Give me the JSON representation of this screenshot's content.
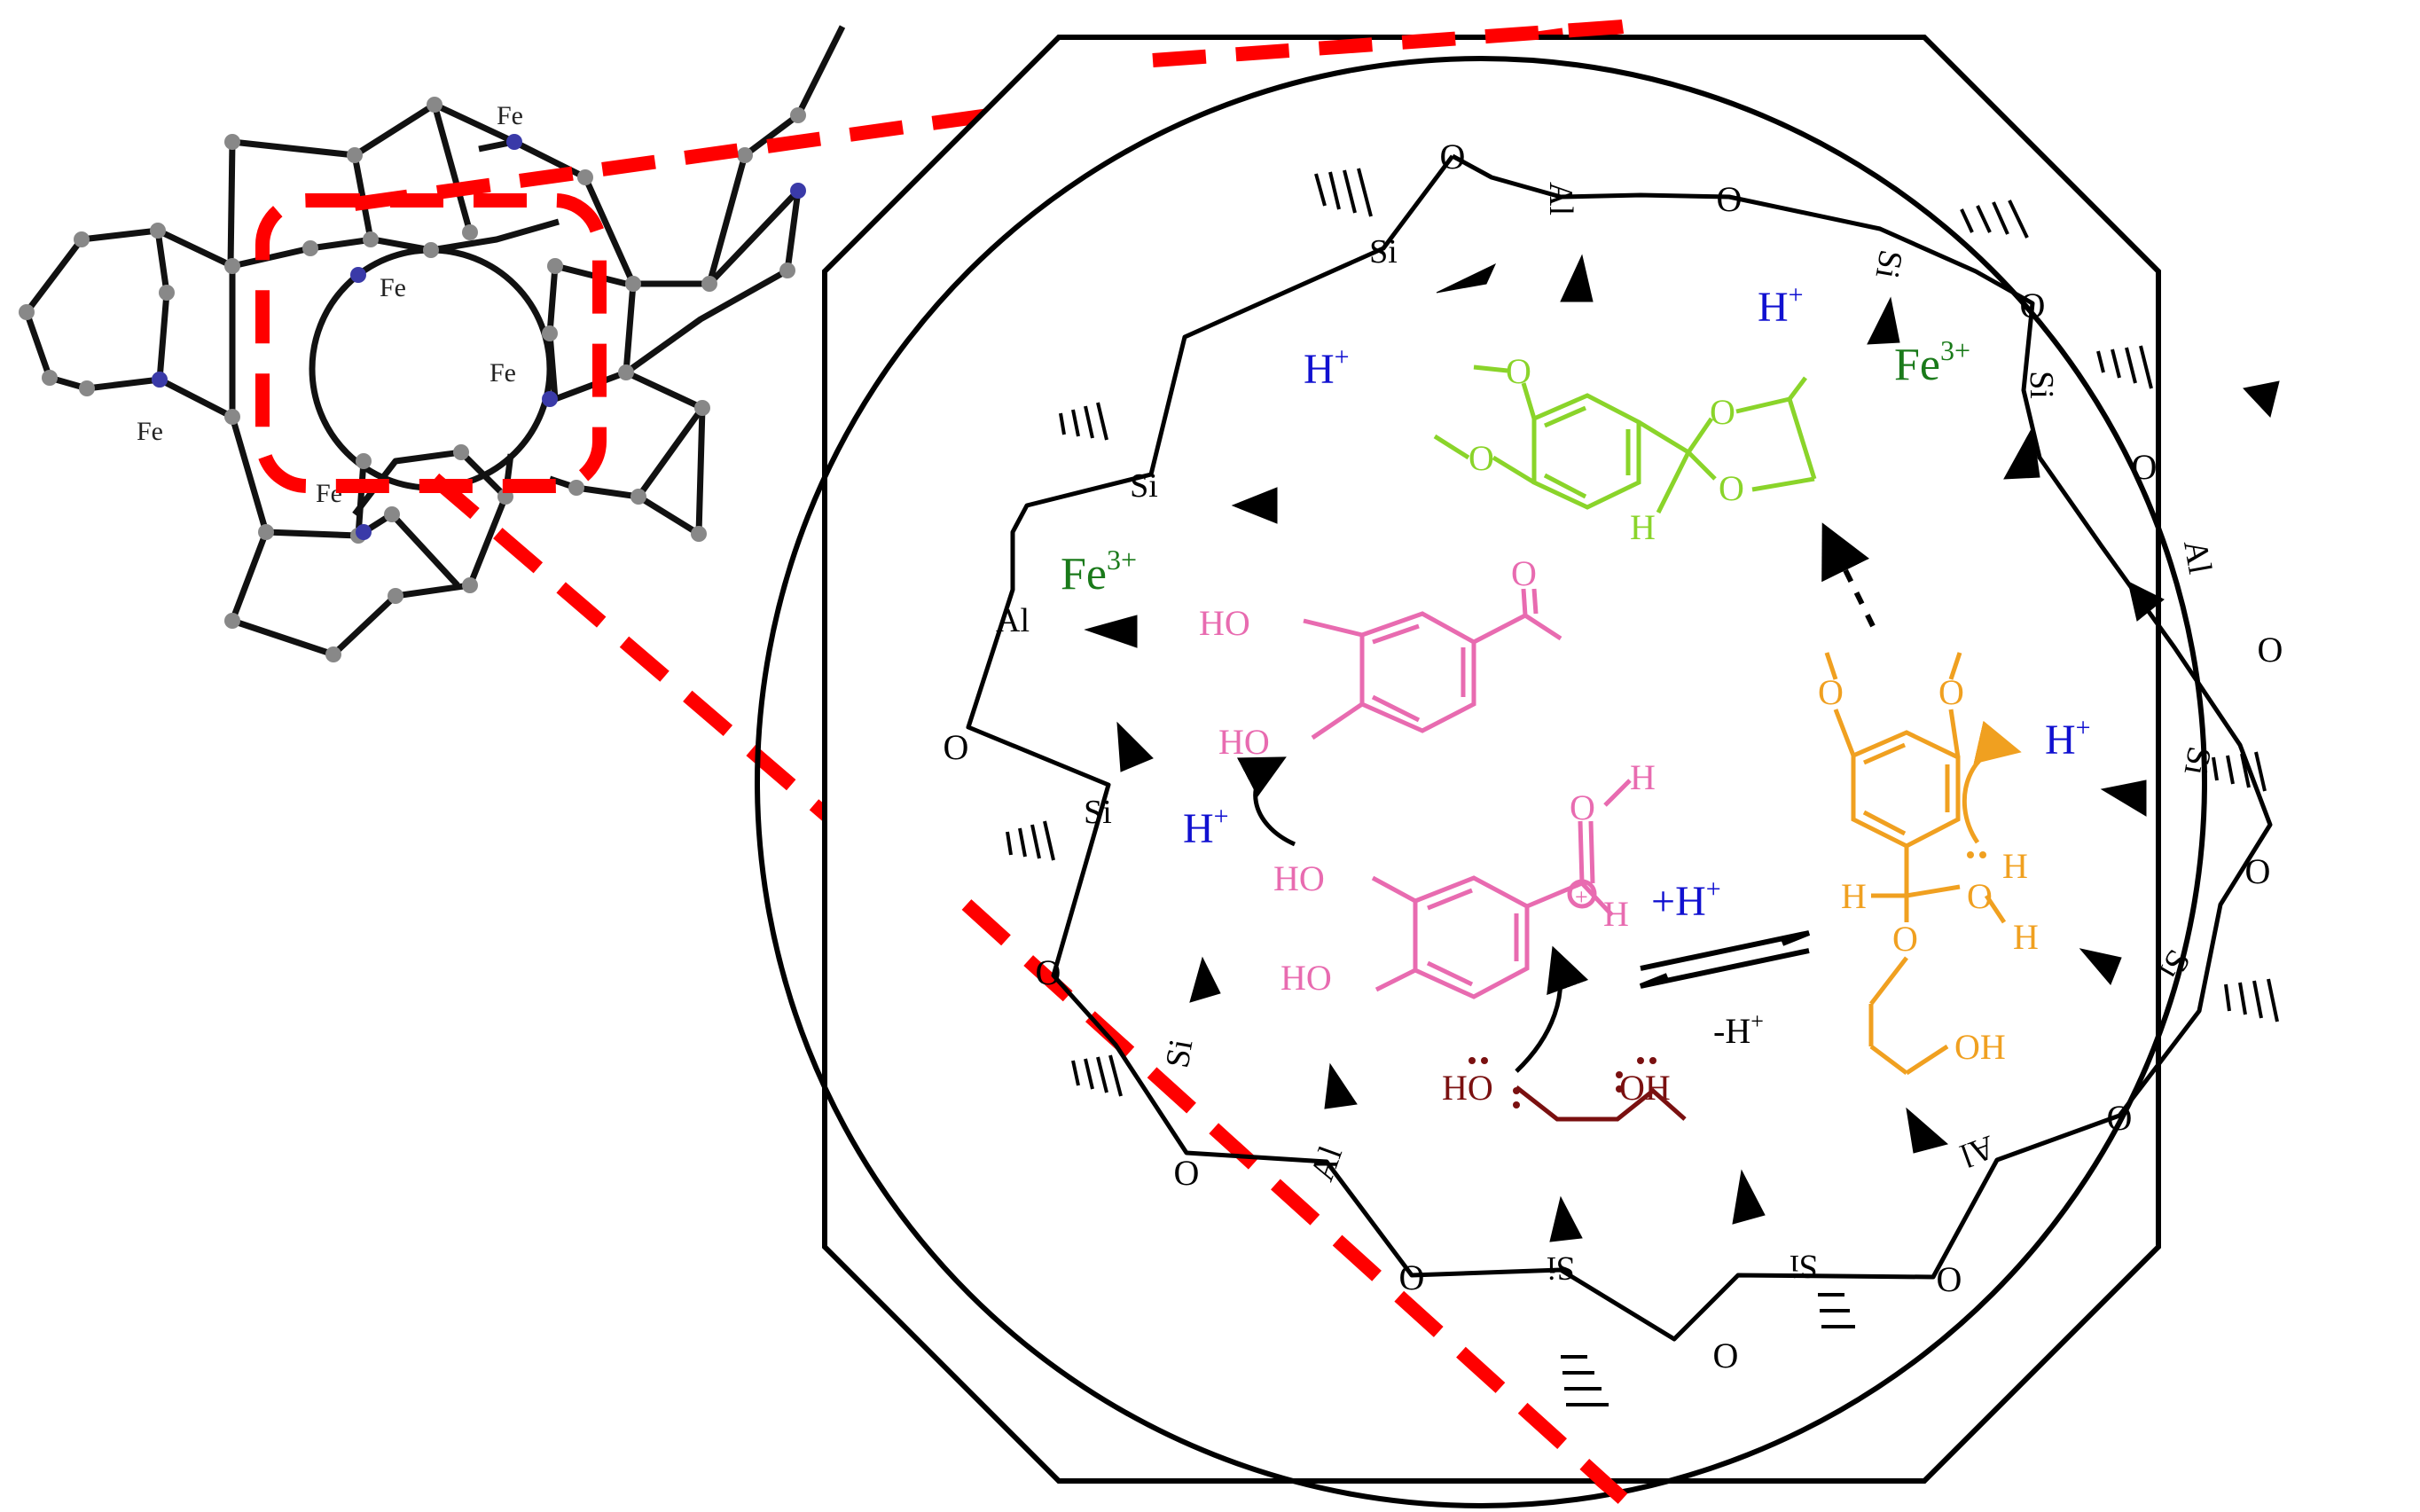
{
  "colors": {
    "framework": "#000000",
    "callout": "#ff0000",
    "proton": "#1010d0",
    "iron": "#1a7a1a",
    "reactant": "#e86bb0",
    "glycol": "#7a1010",
    "intermediate": "#f0a020",
    "product": "#8ad42a",
    "atom_gray": "#888888",
    "atom_blue": "#3a3aa8"
  },
  "framework_labels": {
    "o_left_top": "O",
    "o_left_mid": "O",
    "o_left_low": "O",
    "o_left_bottom": "O",
    "o_bottom_1": "O",
    "o_bottom_2": "O",
    "o_bottom_3": "O",
    "o_right_low": "O",
    "o_right_mid": "O",
    "o_right_upper": "O",
    "o_right_top": "O",
    "o_top_right": "O",
    "o_top_left": "O",
    "si_top_left": "Si",
    "si_left_upper": "Si",
    "si_left_lower": "Si",
    "si_bottom_left": "Si",
    "si_bottom_mid": "Si",
    "si_bottom_right": "Si",
    "si_right_low": "Si",
    "si_right_mid": "Si",
    "si_right_top": "Si",
    "si_top_right": "Si",
    "al_left": "Al",
    "al_bottom": "Al",
    "al_bottom_right": "Al",
    "al_right": "Al",
    "al_top": "Al"
  },
  "ions": {
    "h_top_left": "H",
    "h_top_right": "H",
    "h_mid_left": "H",
    "h_right": "H",
    "h_plus_sup": "+",
    "fe_left": "Fe",
    "fe_right": "Fe",
    "fe_sup": "3+"
  },
  "equilibrium": {
    "forward": "+H",
    "forward_sup": "+",
    "reverse": "-H",
    "reverse_sup": "+"
  },
  "reactant_labels": {
    "ho_a": "HO",
    "ho_b": "HO",
    "o_ketone": "O",
    "ho_c": "HO",
    "ho_d": "HO",
    "o_oxonium": "O",
    "h_oxonium": "H",
    "h_aldehyde": "H",
    "plus_charge": "+"
  },
  "glycol_labels": {
    "ho_left": "HO",
    "oh_right": "OH"
  },
  "intermediate_labels": {
    "o_a": "O",
    "o_b": "O",
    "h_left": "H",
    "o_hydroxy": "O",
    "h_hydroxy_top": "H",
    "h_hydroxy_bottom": "H",
    "o_ether": "O",
    "oh_chain": "OH"
  },
  "product_labels": {
    "o_methoxy_a": "O",
    "o_methoxy_b": "O",
    "o_ring_top": "O",
    "o_ring_bottom": "O",
    "h_acetal": "H"
  },
  "zeolite_labels": {
    "fe_1": "Fe",
    "fe_2": "Fe",
    "fe_3": "Fe",
    "fe_4": "Fe",
    "fe_5": "Fe"
  }
}
